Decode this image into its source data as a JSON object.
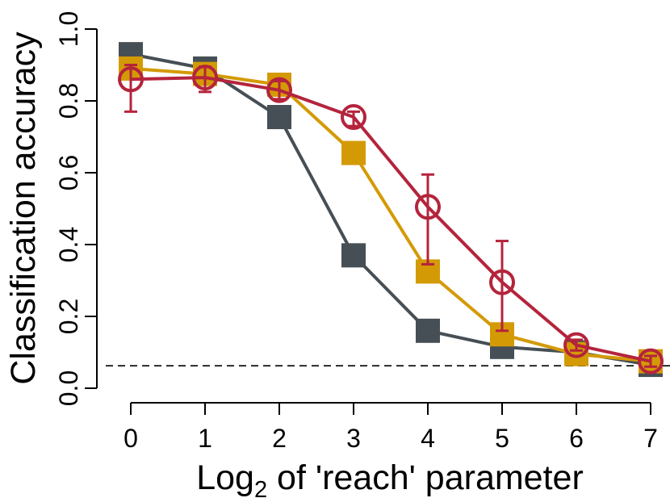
{
  "chart_data": {
    "type": "line",
    "title": "",
    "xlabel": "Log",
    "xlabel_subscript": "2",
    "xlabel_suffix": " of 'reach' parameter",
    "ylabel": "Classification accuracy",
    "x": [
      0,
      1,
      2,
      3,
      4,
      5,
      6,
      7
    ],
    "xticks": [
      "0",
      "1",
      "2",
      "3",
      "4",
      "5",
      "6",
      "7"
    ],
    "yticks": [
      "0.0",
      "0.2",
      "0.4",
      "0.6",
      "0.8",
      "1.0"
    ],
    "ytick_values": [
      0,
      0.2,
      0.4,
      0.6,
      0.8,
      1.0
    ],
    "xlim": [
      0,
      7
    ],
    "ylim": [
      0,
      1
    ],
    "grid": false,
    "reference_line": {
      "y": 0.0625,
      "style": "dashed",
      "color": "#000000"
    },
    "series": [
      {
        "color": "#464f55",
        "marker": "filled-square",
        "values": [
          0.93,
          0.89,
          0.755,
          0.37,
          0.16,
          0.115,
          0.1,
          0.065
        ]
      },
      {
        "color": "#d49a06",
        "marker": "filled-square",
        "values": [
          0.89,
          0.875,
          0.845,
          0.655,
          0.325,
          0.15,
          0.095,
          0.075
        ]
      },
      {
        "color": "#b4243c",
        "marker": "open-circle",
        "values": [
          0.86,
          0.865,
          0.83,
          0.755,
          0.505,
          0.295,
          0.12,
          0.075
        ],
        "error_low": [
          0.77,
          0.825,
          0.805,
          0.73,
          0.345,
          0.16,
          0.105,
          0.06
        ],
        "error_high": [
          0.9,
          0.895,
          0.855,
          0.77,
          0.595,
          0.41,
          0.135,
          0.09
        ]
      }
    ]
  }
}
